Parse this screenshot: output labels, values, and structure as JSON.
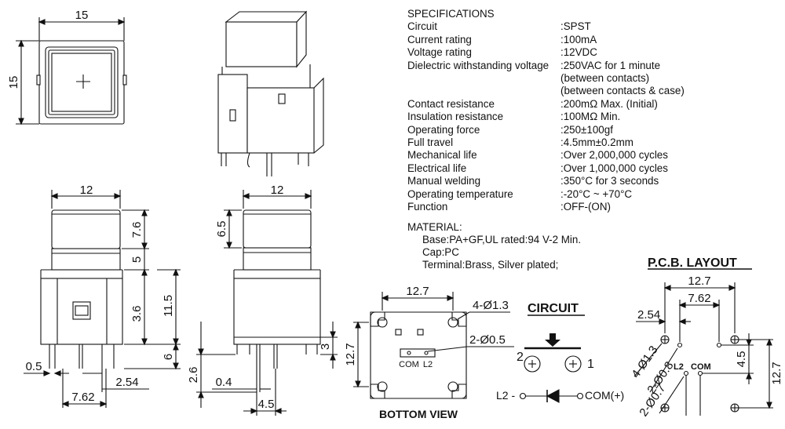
{
  "specifications": {
    "title": "SPECIFICATIONS",
    "rows": [
      {
        "label": "Circuit",
        "value": ":SPST"
      },
      {
        "label": "Current rating",
        "value": ":100mA"
      },
      {
        "label": "Voltage rating",
        "value": ":12VDC"
      },
      {
        "label": "Dielectric withstanding voltage",
        "value": ":250VAC for 1 minute"
      },
      {
        "label": "",
        "value": "(between contacts)"
      },
      {
        "label": "",
        "value": "(between contacts & case)"
      },
      {
        "label": "Contact resistance",
        "value": ":200mΩ  Max. (Initial)"
      },
      {
        "label": "Insulation resistance",
        "value": ":100MΩ  Min."
      },
      {
        "label": "Operating force",
        "value": ":250±100gf"
      },
      {
        "label": "Full travel",
        "value": ":4.5mm±0.2mm"
      },
      {
        "label": "Mechanical life",
        "value": ":Over 2,000,000 cycles"
      },
      {
        "label": "Electrical life",
        "value": ":Over 1,000,000 cycles"
      },
      {
        "label": "Manual welding",
        "value": ":350°C for 3 seconds"
      },
      {
        "label": "Operating temperature",
        "value": ":-20°C ~ +70°C"
      },
      {
        "label": "Function",
        "value": ":OFF-(ON)"
      }
    ]
  },
  "material": {
    "title": "MATERIAL:",
    "lines": [
      "Base:PA+GF,UL rated:94 V-2 Min.",
      "Cap:PC",
      "Terminal:Brass, Silver plated;"
    ]
  },
  "top_view": {
    "width_dim": "15",
    "height_dim": "15"
  },
  "front_view": {
    "width_dim": "12",
    "cap_height": "7.6",
    "collar_height": "5",
    "base_height": "11.5",
    "window_height": "3.6",
    "pin_length": "6",
    "pin_width": "0.5",
    "pin_offset": "2.54",
    "pin_spacing": "7.62"
  },
  "side_view": {
    "width_dim": "12",
    "cap_height": "6.5",
    "pin_height": "3",
    "pin_length": "2.6",
    "pin_thickness": "0.4",
    "pin_spacing": "4.5"
  },
  "bottom_view": {
    "title": "BOTTOM VIEW",
    "width_dim": "12.7",
    "height_dim": "12.7",
    "hole_label": "4-Ø1.3",
    "pin_label": "2-Ø0.5",
    "com_label": "COM",
    "l2_label": "L2"
  },
  "circuit": {
    "title": "CIRCUIT",
    "pin2": "2",
    "pin1": "1",
    "led_left": "L2 -",
    "led_right": "COM(+)"
  },
  "pcb_layout": {
    "title": "P.C.B. LAYOUT",
    "dim_12_7_h": "12.7",
    "dim_7_62": "7.62",
    "dim_2_54": "2.54",
    "hole_1_3": "4-Ø1.3",
    "hole_0_8": "2-Ø0.8",
    "hole_0_7": "2-Ø0.7",
    "dim_4_5": "4.5",
    "dim_12_7_v": "12.7",
    "l2_label": "L2",
    "com_label": "COM"
  }
}
